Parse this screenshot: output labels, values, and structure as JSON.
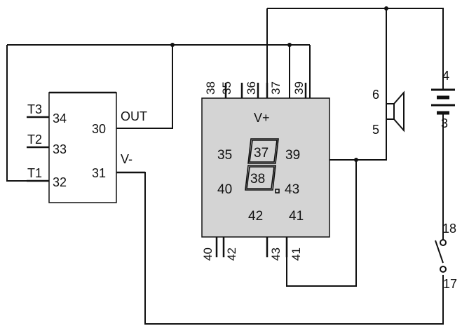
{
  "timer_module": {
    "pins": {
      "t3": "T3",
      "p34": "34",
      "t2": "T2",
      "p33": "33",
      "t1": "T1",
      "p32": "32",
      "p30": "30",
      "out": "OUT",
      "p31": "31",
      "vminus": "V-"
    }
  },
  "display_module": {
    "top_pins": [
      "38",
      "35",
      "36",
      "37",
      "39"
    ],
    "bottom_pins": [
      "40",
      "42",
      "43",
      "41"
    ],
    "vplus": "V+",
    "inner": {
      "p35": "35",
      "p37": "37",
      "p39": "39",
      "p40": "40",
      "p38": "38",
      "p43": "43",
      "p42": "42",
      "p41": "41"
    }
  },
  "speaker": {
    "p6": "6",
    "p5": "5"
  },
  "battery": {
    "p4": "4",
    "p3": "3"
  },
  "switch": {
    "p18": "18",
    "p17": "17"
  },
  "colors": {
    "wire": "#111111",
    "display_fill": "#d4d4d4",
    "background": "#ffffff"
  }
}
